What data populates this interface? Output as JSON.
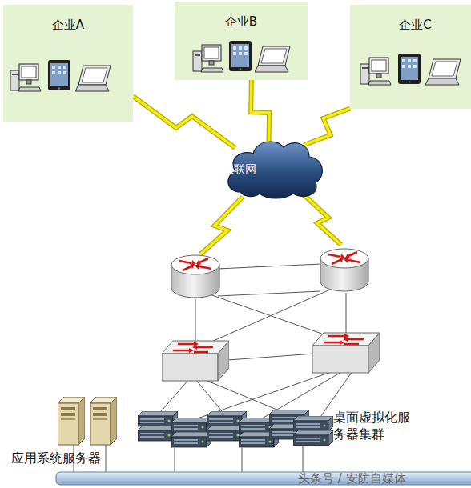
{
  "diagram": {
    "nodes": [
      {
        "text": [
          "企业A"
        ]
      },
      {
        "text": [
          "企业B"
        ]
      },
      {
        "text": [
          "企业C"
        ]
      },
      {
        "text": [
          "互联网"
        ]
      },
      {
        "text": [
          "应用系统服务器"
        ]
      },
      {
        "text": [
          "桌面虚拟化服务器集群"
        ]
      }
    ],
    "edges": [
      {
        "from": 0,
        "to": 3,
        "arrow": "none"
      },
      {
        "from": 1,
        "to": 3,
        "arrow": "none"
      },
      {
        "from": 2,
        "to": 3,
        "arrow": "none"
      }
    ],
    "labels": [
      "头条号 / 安防自媒体"
    ]
  }
}
